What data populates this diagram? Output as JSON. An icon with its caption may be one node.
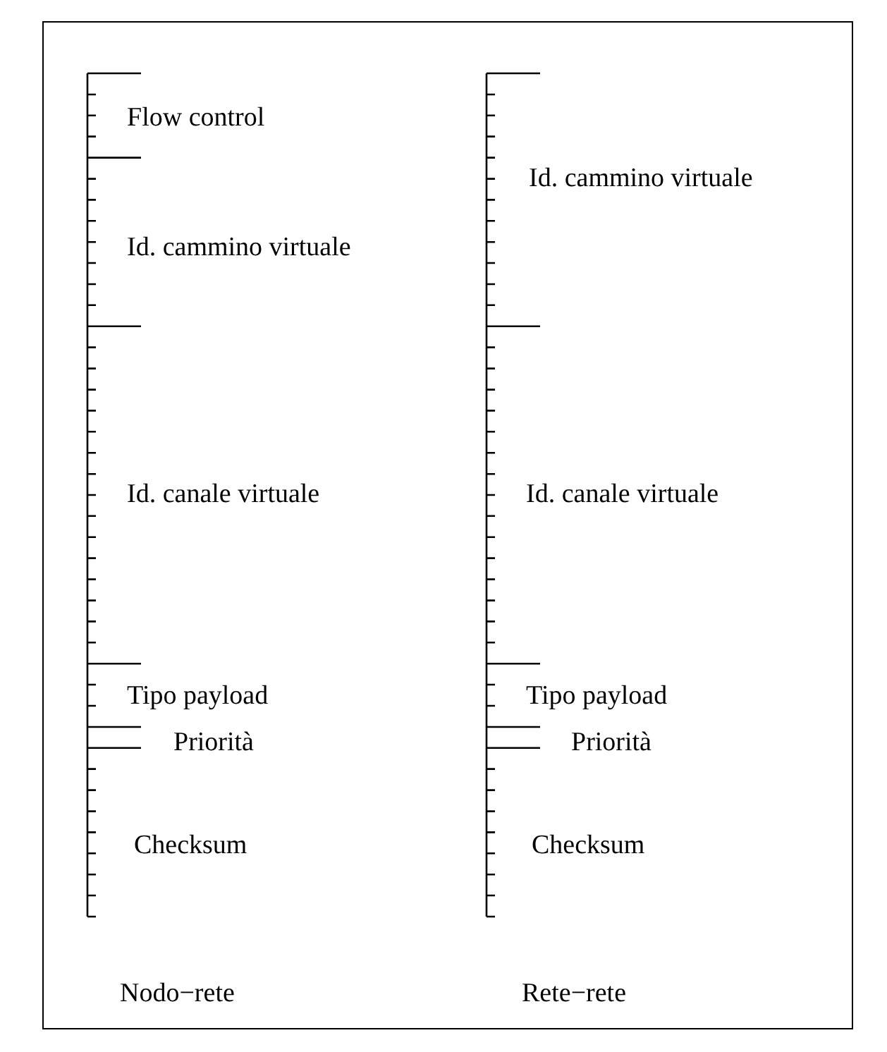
{
  "diagram": {
    "labels": [
      "Flow control",
      "Id. cammino virtuale",
      "Id. cammino virtuale",
      "Id. canale virtuale",
      "Id. canale virtuale",
      "Tipo payload",
      "Tipo payload",
      "Priorità",
      "Priorità",
      "Checksum",
      "Checksum",
      "Nodo−rete",
      "Rete−rete"
    ]
  }
}
